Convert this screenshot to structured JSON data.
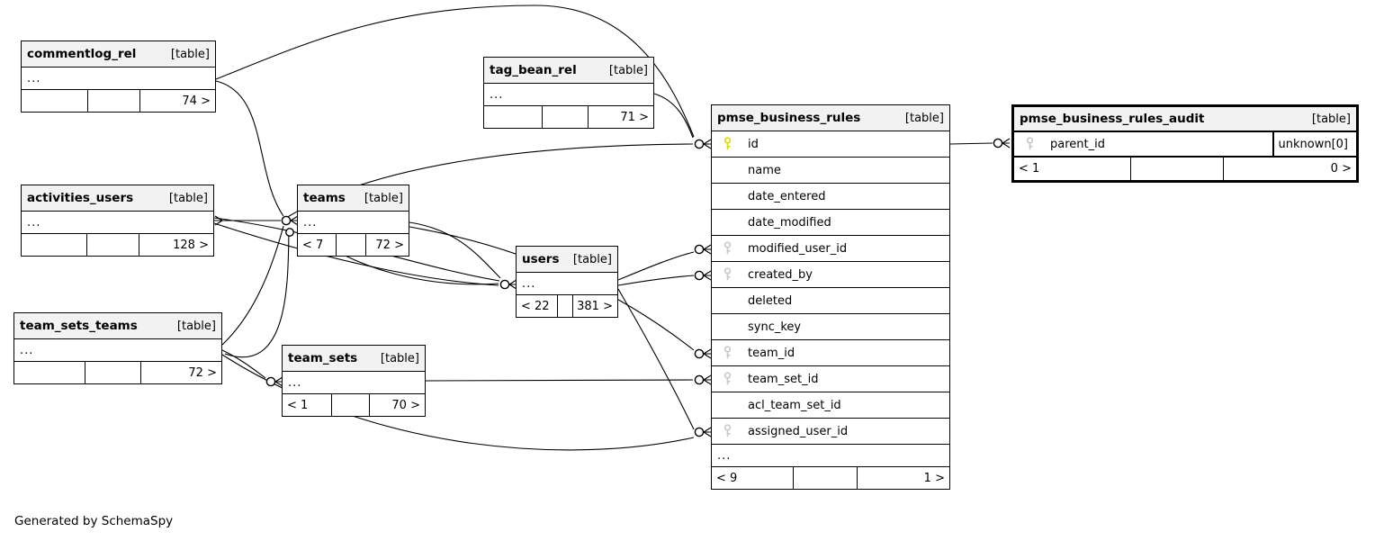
{
  "diagram": {
    "generator_note": "Generated by SchemaSpy",
    "colors": {
      "primary_key": "#dddd00",
      "foreign_key": "#c9c9c9",
      "header_bg": "#f2f2f2",
      "line": "#000000"
    },
    "tables": [
      {
        "key": "commentlog_rel",
        "name": "commentlog_rel",
        "badge": "[table]",
        "rows": [
          {
            "label": "..."
          }
        ],
        "footer": [
          "",
          "",
          "74 >"
        ]
      },
      {
        "key": "tag_bean_rel",
        "name": "tag_bean_rel",
        "badge": "[table]",
        "rows": [
          {
            "label": "..."
          }
        ],
        "footer": [
          "",
          "",
          "71 >"
        ]
      },
      {
        "key": "activities_users",
        "name": "activities_users",
        "badge": "[table]",
        "rows": [
          {
            "label": "..."
          }
        ],
        "footer": [
          "",
          "",
          "128 >"
        ]
      },
      {
        "key": "teams",
        "name": "teams",
        "badge": "[table]",
        "rows": [
          {
            "label": "..."
          }
        ],
        "footer": [
          "< 7",
          "",
          "72 >"
        ]
      },
      {
        "key": "users",
        "name": "users",
        "badge": "[table]",
        "rows": [
          {
            "label": "..."
          }
        ],
        "footer": [
          "< 22",
          "",
          "381 >"
        ]
      },
      {
        "key": "team_sets_teams",
        "name": "team_sets_teams",
        "badge": "[table]",
        "rows": [
          {
            "label": "..."
          }
        ],
        "footer": [
          "",
          "",
          "72 >"
        ]
      },
      {
        "key": "team_sets",
        "name": "team_sets",
        "badge": "[table]",
        "rows": [
          {
            "label": "..."
          }
        ],
        "footer": [
          "< 1",
          "",
          "70 >"
        ]
      },
      {
        "key": "pmse_business_rules",
        "name": "pmse_business_rules",
        "badge": "[table]",
        "rows": [
          {
            "label": "id",
            "keytype": "primary"
          },
          {
            "label": "name"
          },
          {
            "label": "date_entered"
          },
          {
            "label": "date_modified"
          },
          {
            "label": "modified_user_id",
            "keytype": "foreign"
          },
          {
            "label": "created_by",
            "keytype": "foreign"
          },
          {
            "label": "deleted"
          },
          {
            "label": "sync_key"
          },
          {
            "label": "team_id",
            "keytype": "foreign"
          },
          {
            "label": "team_set_id",
            "keytype": "foreign"
          },
          {
            "label": "acl_team_set_id"
          },
          {
            "label": "assigned_user_id",
            "keytype": "foreign"
          },
          {
            "label": "..."
          }
        ],
        "footer": [
          "< 9",
          "",
          "1 >"
        ]
      },
      {
        "key": "pmse_business_rules_audit",
        "name": "pmse_business_rules_audit",
        "badge": "[table]",
        "emphasis": true,
        "rows": [
          {
            "label": "parent_id",
            "keytype": "foreign",
            "extra": "unknown[0]"
          }
        ],
        "footer": [
          "< 1",
          "",
          "0 >"
        ]
      }
    ]
  }
}
